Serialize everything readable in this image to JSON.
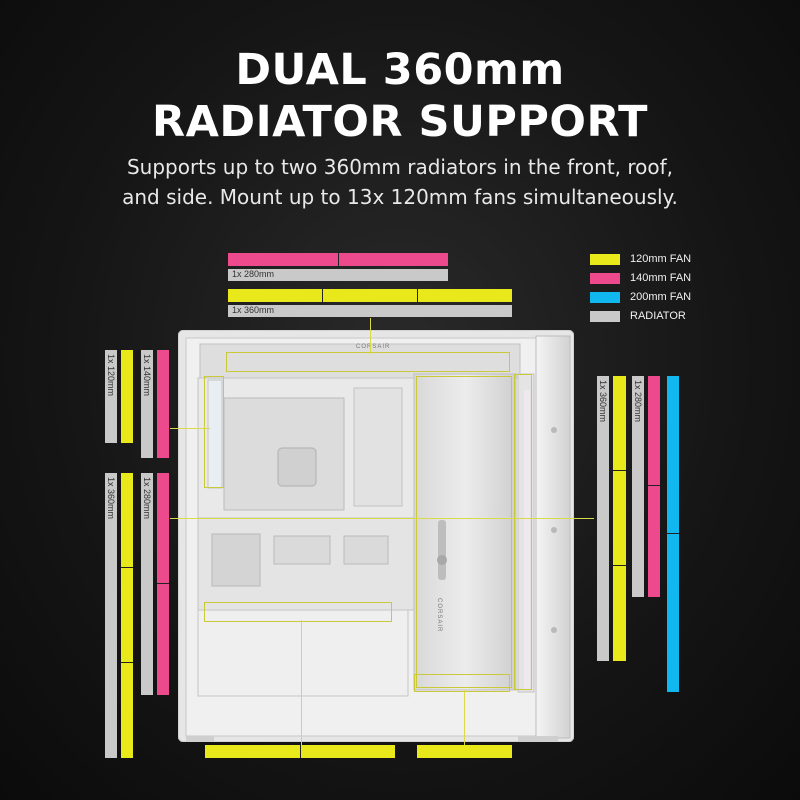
{
  "headline": {
    "line1": "DUAL 360mm",
    "line2": "RADIATOR SUPPORT"
  },
  "subtitle": {
    "line1": "Supports up to two 360mm radiators in the front, roof,",
    "line2": "and side. Mount up to 13x 120mm fans simultaneously."
  },
  "legend": [
    {
      "label": "120mm FAN",
      "color": "#e8e81a"
    },
    {
      "label": "140mm FAN",
      "color": "#ec4a8c"
    },
    {
      "label": "200mm FAN",
      "color": "#10b8ef"
    },
    {
      "label": "RADIATOR",
      "color": "#c9c9c9"
    }
  ],
  "radiator_labels": {
    "top_280": "1x 280mm",
    "top_360": "1x 360mm",
    "left_120": "1x 120mm",
    "left_140": "1x 140mm",
    "left_360": "1x 360mm",
    "left_280": "1x 280mm",
    "right_360": "1x 360mm",
    "right_280": "1x 280mm"
  },
  "case_branding": {
    "top": "CORSAIR",
    "side": "CORSAIR"
  },
  "colors": {
    "fan120": "#e8e81a",
    "fan140": "#ec4a8c",
    "fan200": "#10b8ef",
    "radiator": "#c9c9c9"
  }
}
